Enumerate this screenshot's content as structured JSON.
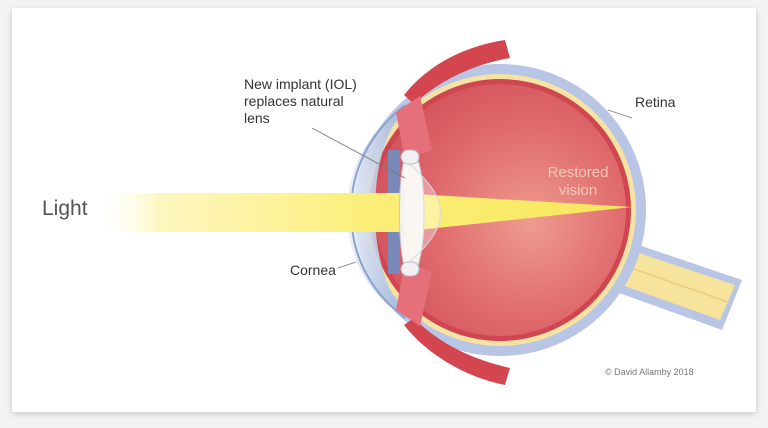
{
  "labels": {
    "light": "Light",
    "implant": "New implant (IOL)\nreplaces natural\nlens",
    "retina": "Retina",
    "restored": "Restored\nvision",
    "cornea": "Cornea",
    "credit": "© David Allamby 2018"
  },
  "colors": {
    "eyeball": "#d85a62",
    "sclera_border": "#b9c5e4",
    "retina_line": "#f4e3a3",
    "light_beam": "#fbf27e",
    "muscle": "#d4464f",
    "optic_nerve": "#f6e39c"
  },
  "icons": [
    "eye-cross-section-illustration",
    "light-beam",
    "intraocular-lens",
    "optic-nerve"
  ]
}
